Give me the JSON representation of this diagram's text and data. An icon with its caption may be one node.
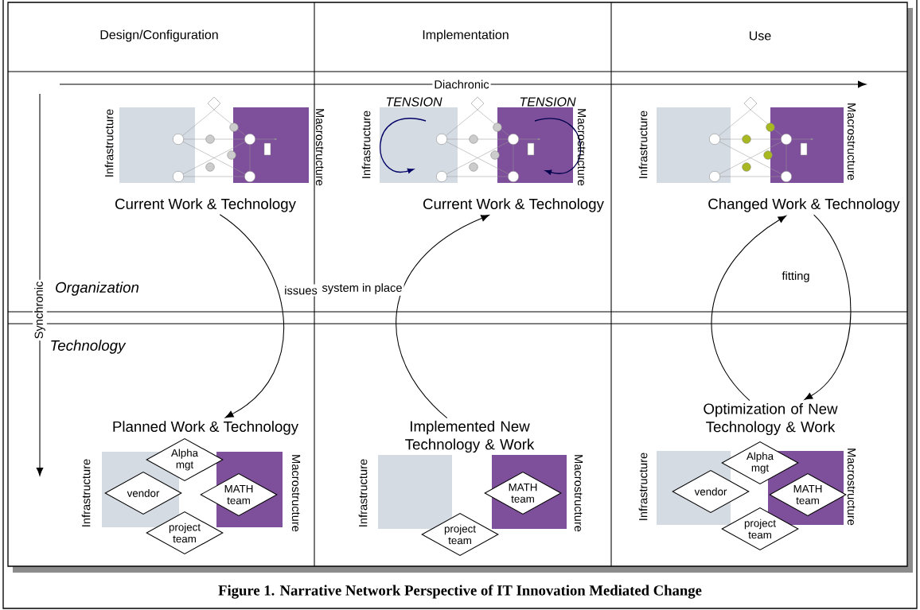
{
  "diagram": {
    "caption": "Figure 1. Narrative Network Perspective of IT Innovation Mediated Change",
    "nodes": [
      {
        "text": [
          "Current Work & Technology"
        ]
      },
      {
        "text": [
          "Current Work & Technology"
        ]
      },
      {
        "text": [
          "Changed Work & Technology"
        ]
      },
      {
        "text": [
          "Planned Work & Technology"
        ]
      },
      {
        "text": [
          "Alpha mgt"
        ]
      },
      {
        "text": [
          "vendor"
        ]
      },
      {
        "text": [
          "MATH team"
        ]
      },
      {
        "text": [
          "project team"
        ]
      },
      {
        "text": [
          "Implemented New Technology & Work"
        ]
      },
      {
        "text": [
          "MATH team"
        ]
      },
      {
        "text": [
          "project team"
        ]
      },
      {
        "text": [
          "Optimization of New Technology & Work"
        ]
      },
      {
        "text": [
          "Alpha mgt"
        ]
      },
      {
        "text": [
          "vendor"
        ]
      },
      {
        "text": [
          "MATH team"
        ]
      },
      {
        "text": [
          "project team"
        ]
      }
    ],
    "edges": [
      {
        "from": 0,
        "to": 3,
        "arrow": "to",
        "label": "issues"
      },
      {
        "from": 8,
        "to": 1,
        "arrow": "to",
        "label": "system in place"
      },
      {
        "from": 11,
        "to": 2,
        "arrow": "to"
      },
      {
        "from": 2,
        "to": 11,
        "arrow": "to",
        "label": "fitting"
      }
    ],
    "labels": [
      "Design/Configuration",
      "Implementation",
      "Use",
      "Diachronic",
      "Infrastructure",
      "Macrostructure",
      "Infrastructure",
      "TENSION",
      "TENSION",
      "Macrostructure",
      "Infrastructure",
      "Macrostructure",
      "Synchronic",
      "Organization",
      "Technology",
      "Infrastructure",
      "Macrostructure",
      "Infrastructure",
      "Macrostructure",
      "Infrastructure",
      "Macrostructure"
    ]
  }
}
